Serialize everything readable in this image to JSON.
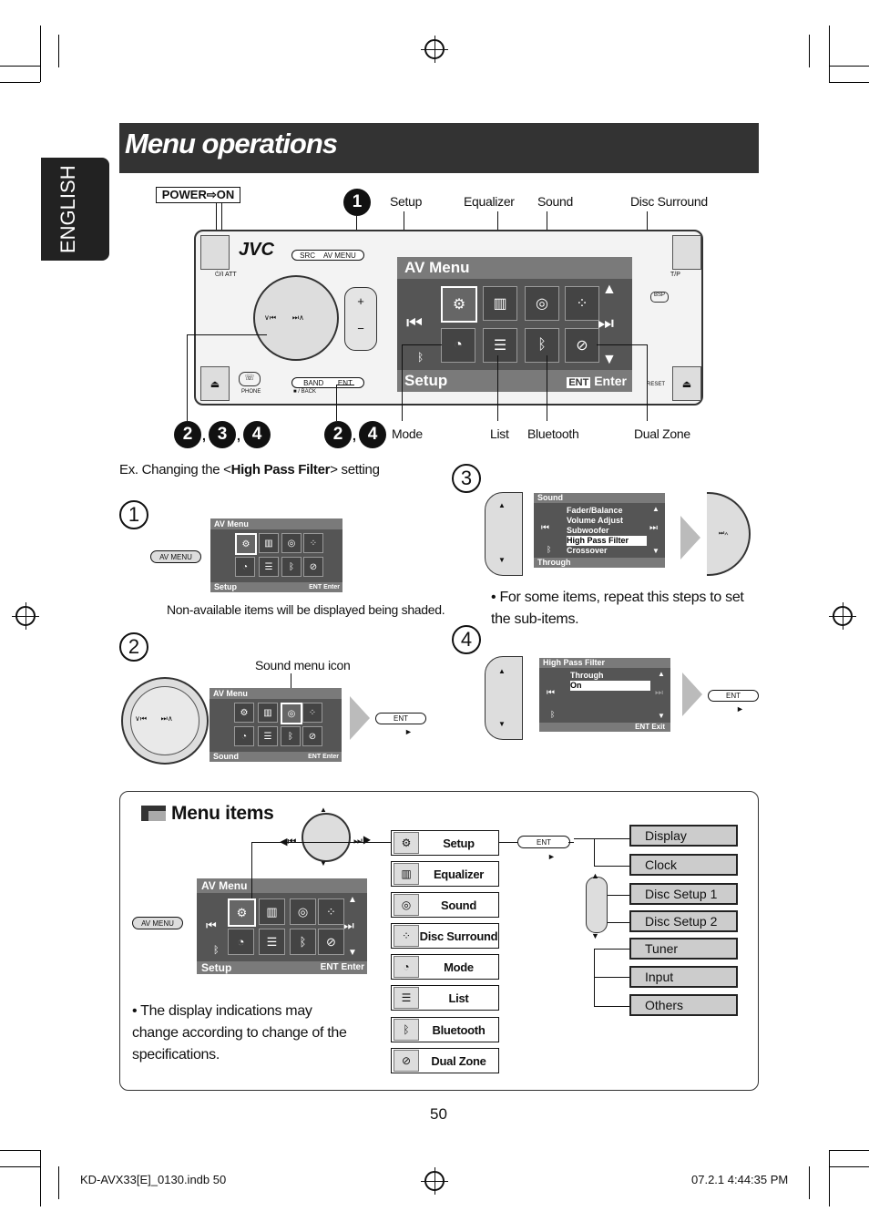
{
  "header": {
    "title": "Menu operations",
    "language_tab": "ENGLISH"
  },
  "callouts": {
    "power_on": "POWER⇨ON",
    "top_labels": [
      "Setup",
      "Equalizer",
      "Sound",
      "Disc Surround"
    ],
    "bottom_labels": [
      "Mode",
      "List",
      "Bluetooth",
      "Dual Zone"
    ],
    "step1": "1",
    "step2": "2",
    "step3": "3",
    "step4": "4",
    "comma": ","
  },
  "device": {
    "brand": "JVC",
    "src_btn": "SRC",
    "avmenu_btn": "AV MENU",
    "band_btn": "BAND",
    "ent_btn": "ENT",
    "back_label": "■ / BACK",
    "phone_label": "PHONE",
    "reset_label": "RESET",
    "tp_label": "T/P",
    "att_label": "⏻/I ATT",
    "bsp_label": "BSP",
    "screen_title": "AV Menu",
    "screen_footer": "Setup",
    "ent_label": "ENT",
    "enter_label": "Enter"
  },
  "example": {
    "intro_prefix": "Ex. Changing the <",
    "intro_bold": "High Pass Filter",
    "intro_suffix": "> setting",
    "avmenu_btn": "AV MENU",
    "step1_note": "Non-available items will be displayed being shaded.",
    "sound_menu_icon": "Sound menu icon",
    "scr1_title": "AV Menu",
    "scr1_footer": "Setup",
    "scr2_title": "AV Menu",
    "scr2_footer": "Sound",
    "ent": "ENT",
    "enter": "Enter",
    "exit": "Exit"
  },
  "sound_screen": {
    "title": "Sound",
    "items": [
      "Fader/Balance",
      "Volume Adjust",
      "Subwoofer",
      "High Pass Filter",
      "Crossover"
    ],
    "selected_index": 3,
    "footer": "Through"
  },
  "hpf_screen": {
    "title": "High Pass Filter",
    "items": [
      "Through",
      "On"
    ],
    "selected_index": 1
  },
  "step3_note": "For some items, repeat this steps to set the sub-items.",
  "menu_items": {
    "title": "Menu items",
    "avmenu_btn": "AV MENU",
    "screen_title": "AV Menu",
    "screen_footer": "Setup",
    "ent": "ENT",
    "enter": "Enter",
    "items": [
      "Setup",
      "Equalizer",
      "Sound",
      "Disc Surround",
      "Mode",
      "List",
      "Bluetooth",
      "Dual Zone"
    ],
    "ent_btn": "ENT",
    "sub_items": [
      "Display",
      "Clock",
      "Disc Setup 1",
      "Disc Setup 2",
      "Tuner",
      "Input",
      "Others"
    ],
    "note": "The display indications may change according to change of the specifications."
  },
  "page_number": "50",
  "footer": {
    "left": "KD-AVX33[E]_0130.indb   50",
    "right": "07.2.1   4:44:35 PM"
  }
}
